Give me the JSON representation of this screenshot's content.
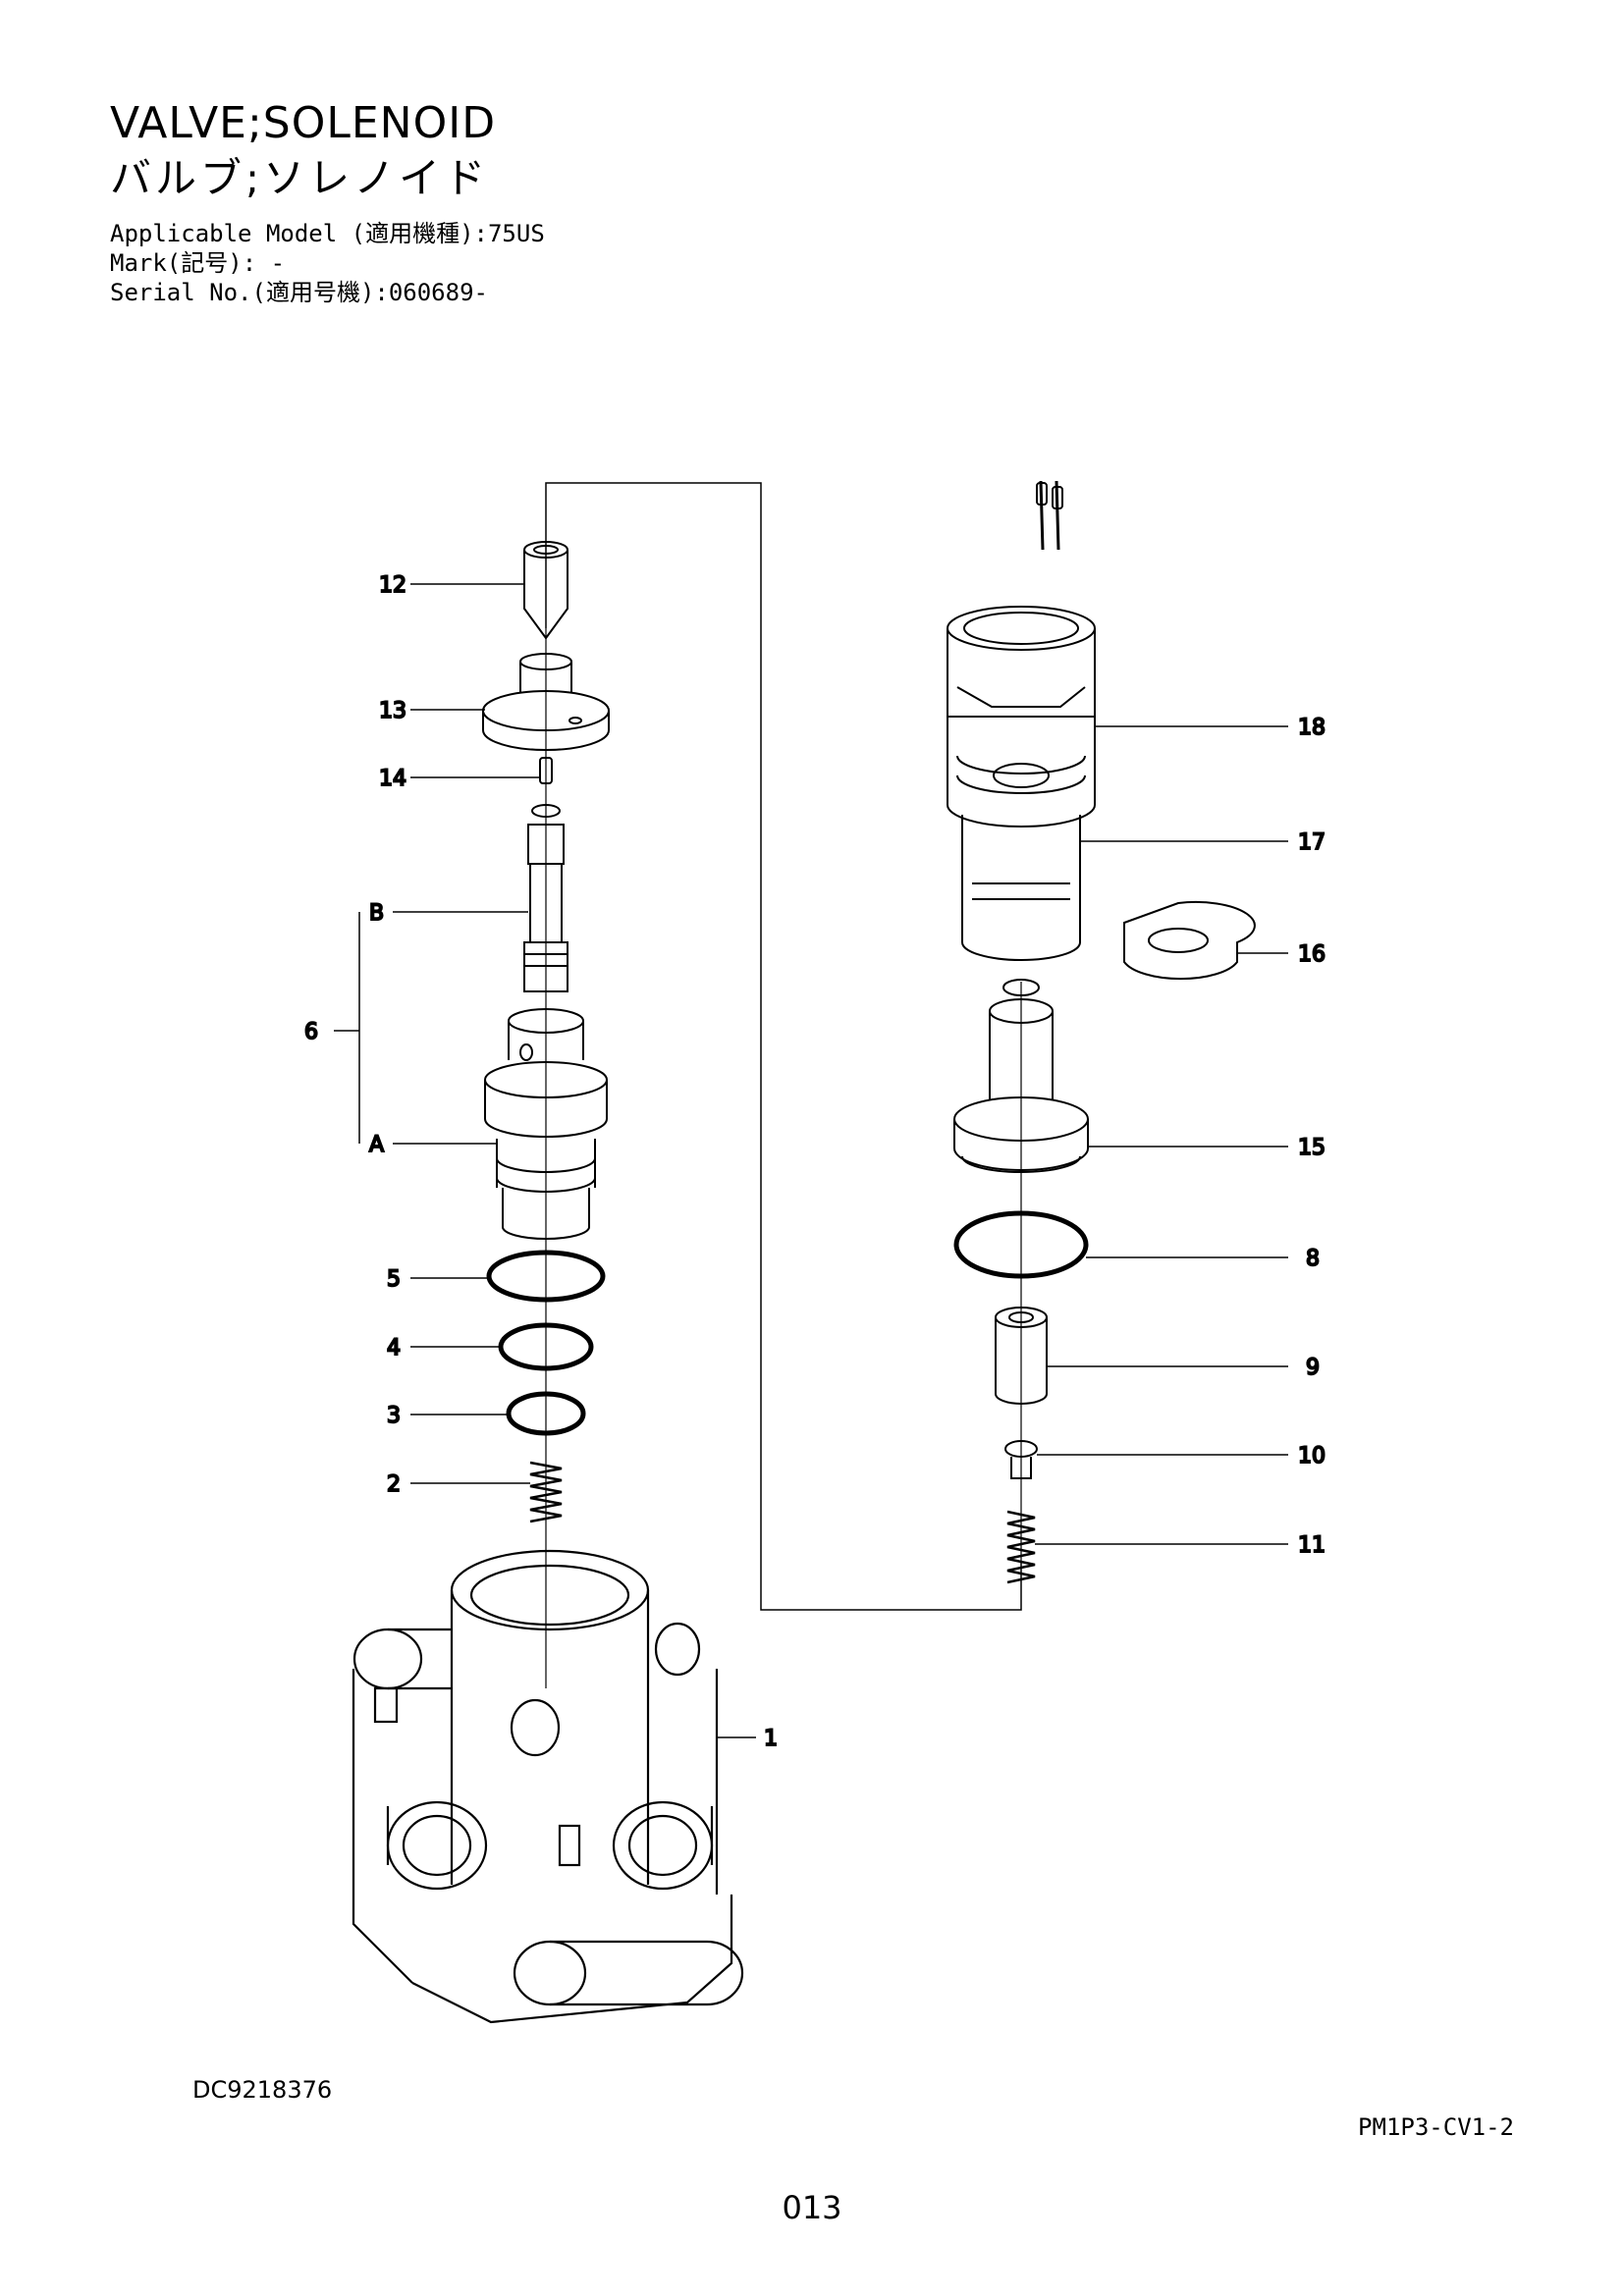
{
  "title": {
    "english": "VALVE;SOLENOID",
    "japanese": "バルブ;ソレノイド"
  },
  "meta": {
    "applicable_model": "Applicable Model (適用機種):75US",
    "mark": "Mark(記号): -",
    "serial_no": "Serial No.(適用号機):060689-"
  },
  "callouts": {
    "c1": "1",
    "c2": "2",
    "c3": "3",
    "c4": "4",
    "c5": "5",
    "c6": "6",
    "cA": "A",
    "cB": "B",
    "c8": "8",
    "c9": "9",
    "c10": "10",
    "c11": "11",
    "c12": "12",
    "c13": "13",
    "c14": "14",
    "c15": "15",
    "c16": "16",
    "c17": "17",
    "c18": "18"
  },
  "drawing_code": "DC9218376",
  "page_ref": "PM1P3-CV1-2",
  "page_number": "013"
}
